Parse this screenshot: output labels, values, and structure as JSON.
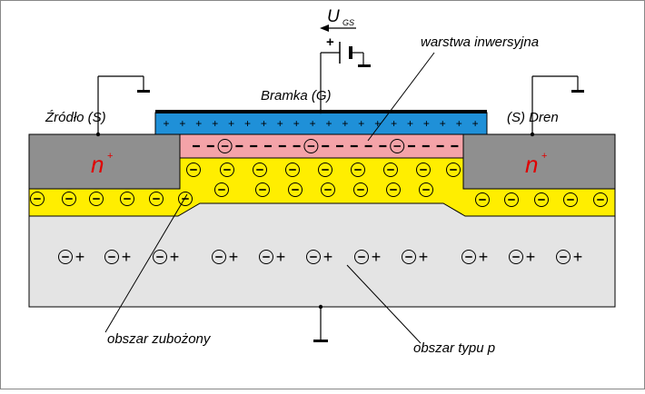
{
  "labels": {
    "voltage_main": "U",
    "voltage_sub": "GS",
    "gate": "Bramka (G)",
    "source": "Źródło (S)",
    "drain": "(S) Dren",
    "inversion_layer": "warstwa inwersyjna",
    "depletion_region": "obszar zubożony",
    "p_region": "obszar typu p",
    "n_plus_left_base": "n",
    "n_plus_left_sup": "+",
    "n_plus_right_base": "n",
    "n_plus_right_sup": "+",
    "battery_plus": "+"
  },
  "symbols": {
    "plus": "+",
    "minus": "−",
    "electron_dash": "–"
  },
  "colors": {
    "gate_metal": "#1f90d8",
    "inversion": "#f4a3a8",
    "depletion": "#ffee00",
    "n_plus": "#8f8f8f",
    "substrate": "#e4e4e4",
    "n_label": "#e00000",
    "frame": "#888888",
    "line": "#000000"
  }
}
